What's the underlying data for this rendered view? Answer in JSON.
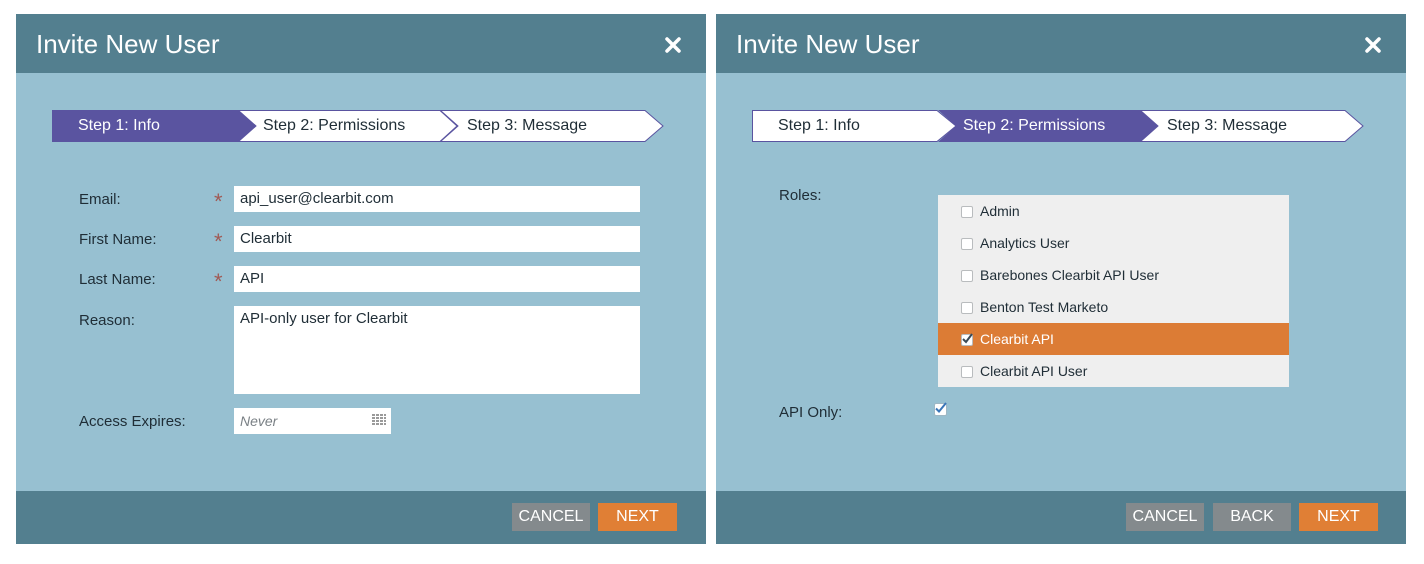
{
  "dialog1": {
    "title": "Invite New User",
    "steps": [
      "Step 1: Info",
      "Step 2: Permissions",
      "Step 3: Message"
    ],
    "active_step": 0,
    "fields": {
      "email_label": "Email:",
      "email_value": "api_user@clearbit.com",
      "first_name_label": "First Name:",
      "first_name_value": "Clearbit",
      "last_name_label": "Last Name:",
      "last_name_value": "API",
      "reason_label": "Reason:",
      "reason_value": "API-only user for Clearbit",
      "access_expires_label": "Access Expires:",
      "access_expires_placeholder": "Never",
      "required_marker": "*"
    },
    "buttons": {
      "cancel": "CANCEL",
      "next": "NEXT"
    }
  },
  "dialog2": {
    "title": "Invite New User",
    "steps": [
      "Step 1: Info",
      "Step 2: Permissions",
      "Step 3: Message"
    ],
    "active_step": 1,
    "roles_label": "Roles:",
    "roles": [
      {
        "label": "Admin",
        "checked": false
      },
      {
        "label": "Analytics User",
        "checked": false
      },
      {
        "label": "Barebones Clearbit API User",
        "checked": false
      },
      {
        "label": "Benton Test Marketo",
        "checked": false
      },
      {
        "label": "Clearbit API",
        "checked": true
      },
      {
        "label": "Clearbit API User",
        "checked": false
      }
    ],
    "api_only_label": "API Only:",
    "api_only_checked": true,
    "buttons": {
      "cancel": "CANCEL",
      "back": "BACK",
      "next": "NEXT"
    }
  },
  "colors": {
    "body": "#97c0d1",
    "header": "#537f8f",
    "active_step": "#5a54a0",
    "accent": "#e07f35",
    "gray_button": "#848a8d",
    "selected_role": "#dc7c35"
  }
}
